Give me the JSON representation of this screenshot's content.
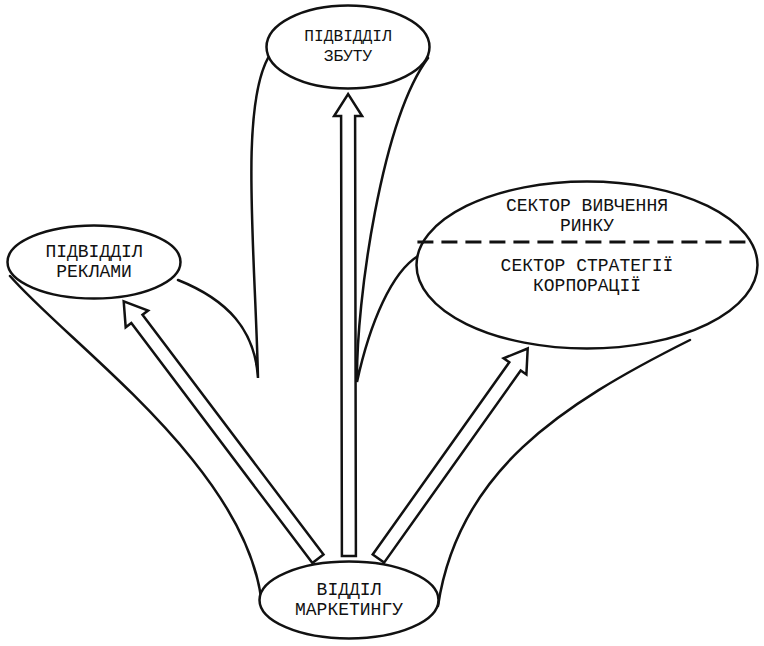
{
  "diagram": {
    "nodes": [
      {
        "text": [
          "ПІДВІДДІЛ ЗБУТУ"
        ]
      },
      {
        "text": [
          "ПІДВІДДІЛ РЕКЛАМИ"
        ]
      },
      {
        "text": [
          "СЕКТОР ВИВЧЕННЯ РИНКУ",
          "СЕКТОР СТРАТЕГІЇ КОРПОРАЦІЇ"
        ]
      },
      {
        "text": [
          "ВІДДІЛ МАРКЕТИНГУ"
        ]
      }
    ],
    "edges": [
      {
        "from": 3,
        "to": 1,
        "arrow": "to"
      },
      {
        "from": 3,
        "to": 0,
        "arrow": "to"
      },
      {
        "from": 3,
        "to": 2,
        "arrow": "to"
      }
    ]
  }
}
